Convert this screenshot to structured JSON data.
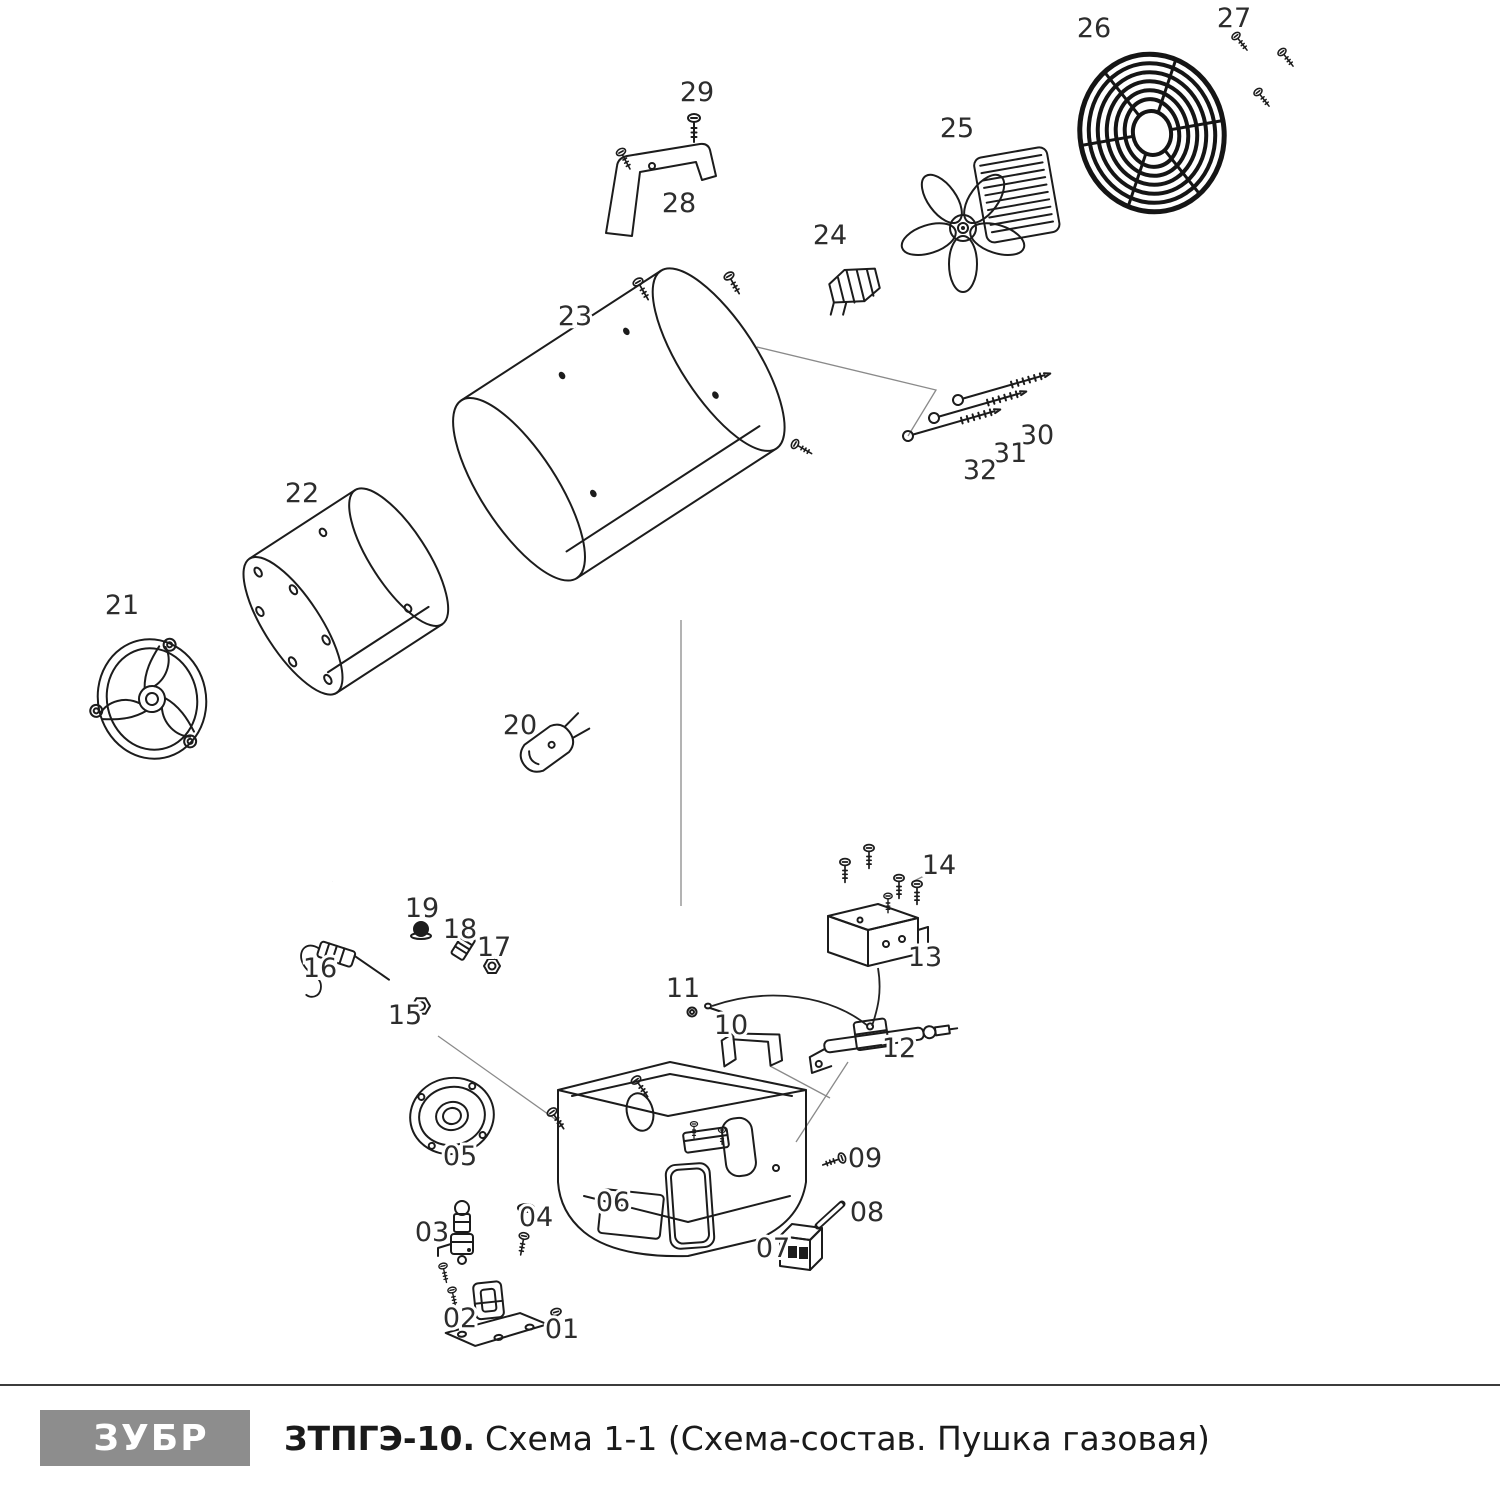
{
  "diagram": {
    "parts": [
      {
        "num": "01"
      },
      {
        "num": "02"
      },
      {
        "num": "03"
      },
      {
        "num": "04"
      },
      {
        "num": "05"
      },
      {
        "num": "06"
      },
      {
        "num": "07"
      },
      {
        "num": "08"
      },
      {
        "num": "09"
      },
      {
        "num": "10"
      },
      {
        "num": "11"
      },
      {
        "num": "12"
      },
      {
        "num": "13"
      },
      {
        "num": "14"
      },
      {
        "num": "15"
      },
      {
        "num": "16"
      },
      {
        "num": "17"
      },
      {
        "num": "18"
      },
      {
        "num": "19"
      },
      {
        "num": "20"
      },
      {
        "num": "21"
      },
      {
        "num": "22"
      },
      {
        "num": "23"
      },
      {
        "num": "24"
      },
      {
        "num": "25"
      },
      {
        "num": "26"
      },
      {
        "num": "27"
      },
      {
        "num": "28"
      },
      {
        "num": "29"
      },
      {
        "num": "30"
      },
      {
        "num": "31"
      },
      {
        "num": "32"
      }
    ]
  },
  "footer": {
    "brand": "ЗУБР",
    "model": "ЗТПГЭ-10.",
    "subtitle": "Схема 1-1 (Схема-состав. Пушка газовая)"
  }
}
